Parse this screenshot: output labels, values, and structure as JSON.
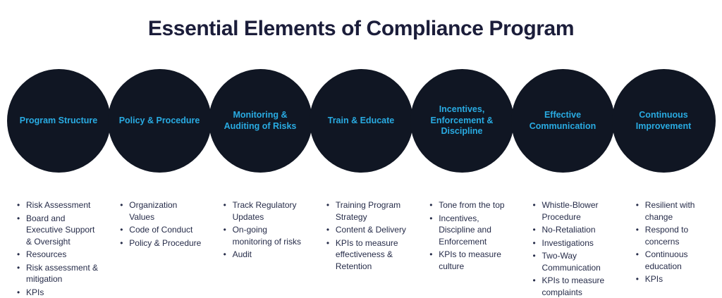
{
  "title": "Essential Elements of Compliance Program",
  "colors": {
    "background": "#FFFFFF",
    "circle_fill": "#101623",
    "circle_label_text": "#29ABE2",
    "title_text": "#1B1D3A",
    "body_text": "#262C49"
  },
  "elements": [
    {
      "label": "Program Structure",
      "items": [
        "Risk Assessment",
        "Board and Executive Support & Oversight",
        "Resources",
        "Risk assessment & mitigation",
        "KPIs"
      ]
    },
    {
      "label": "Policy & Procedure",
      "items": [
        "Organization Values",
        "Code of Conduct",
        "Policy & Procedure"
      ]
    },
    {
      "label": "Monitoring & Auditing of Risks",
      "items": [
        "Track Regulatory Updates",
        "On-going monitoring of risks",
        "Audit"
      ]
    },
    {
      "label": "Train & Educate",
      "items": [
        "Training Program Strategy",
        "Content & Delivery",
        "KPIs to measure effectiveness & Retention"
      ]
    },
    {
      "label": "Incentives, Enforcement & Discipline",
      "items": [
        "Tone from the top",
        "Incentives, Discipline and Enforcement",
        "KPIs to measure culture"
      ]
    },
    {
      "label": "Effective Communication",
      "items": [
        "Whistle-Blower Procedure",
        "No-Retaliation",
        "Investigations",
        "Two-Way Communication",
        "KPIs to measure complaints"
      ]
    },
    {
      "label": "Continuous Improvement",
      "items": [
        "Resilient with change",
        "Respond to concerns",
        "Continuous education",
        "KPIs"
      ]
    }
  ]
}
